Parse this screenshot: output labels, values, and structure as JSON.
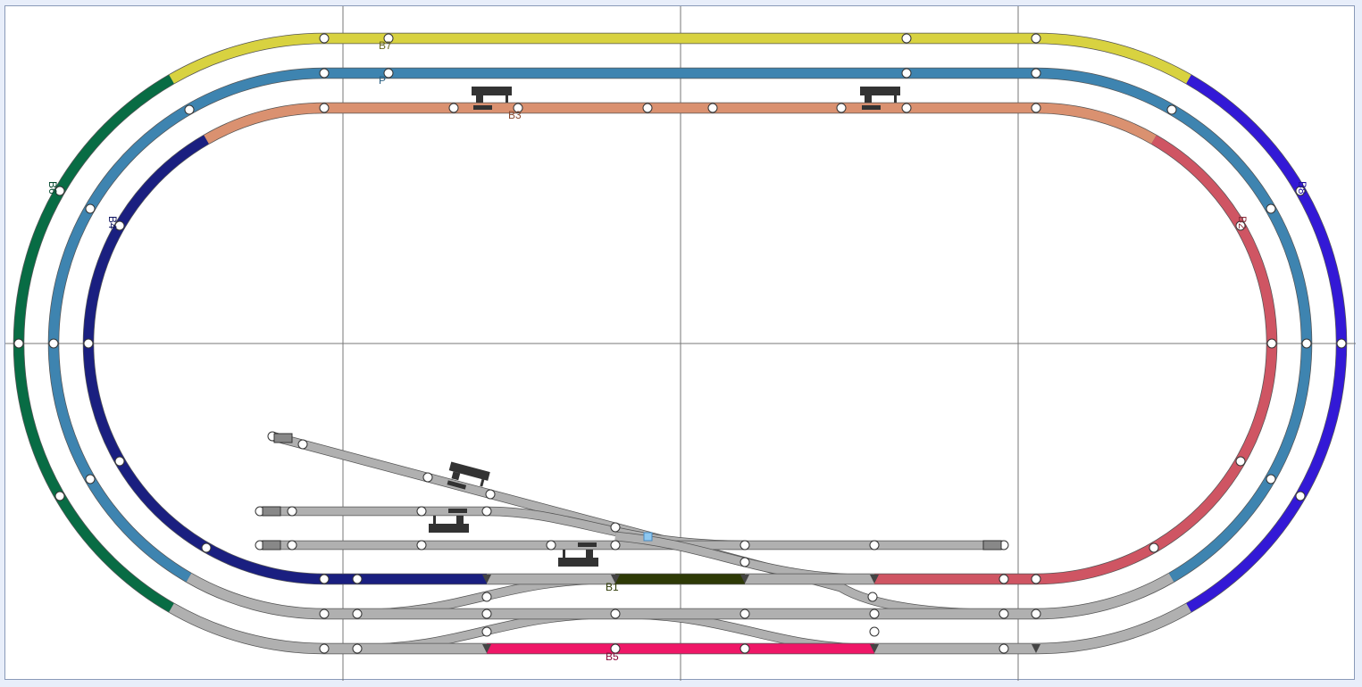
{
  "colors": {
    "background": "#e8eefa",
    "outer_top": "#d8d240",
    "outer_left": "#086c44",
    "outer_right": "#3319d6",
    "middle": "#3e84b0",
    "inner_top": "#da9170",
    "inner_left": "#1a1f80",
    "inner_right": "#cf5563",
    "siding": "#b0b0b0",
    "block_b1": "#2e3a06",
    "block_b5": "#ef1767"
  },
  "blocks": {
    "b7": "B7",
    "p": "P",
    "b3": "B3",
    "b6": "B6",
    "b4": "B4",
    "b2": "B2",
    "b8": "B8",
    "b1": "B1",
    "b5": "B5"
  }
}
